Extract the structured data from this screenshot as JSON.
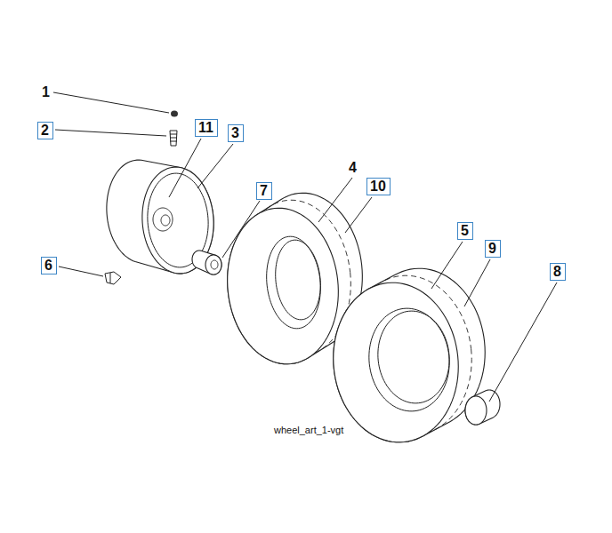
{
  "diagram": {
    "nodes": [
      {
        "text": [
          "2"
        ]
      },
      {
        "text": [
          "11"
        ]
      },
      {
        "text": [
          "3"
        ]
      },
      {
        "text": [
          "10"
        ]
      },
      {
        "text": [
          "7"
        ]
      },
      {
        "text": [
          "6"
        ]
      },
      {
        "text": [
          "5"
        ]
      },
      {
        "text": [
          "9"
        ]
      },
      {
        "text": [
          "8"
        ]
      }
    ],
    "labels": [
      "1",
      "4",
      "wheel_art_1-vgt"
    ]
  }
}
